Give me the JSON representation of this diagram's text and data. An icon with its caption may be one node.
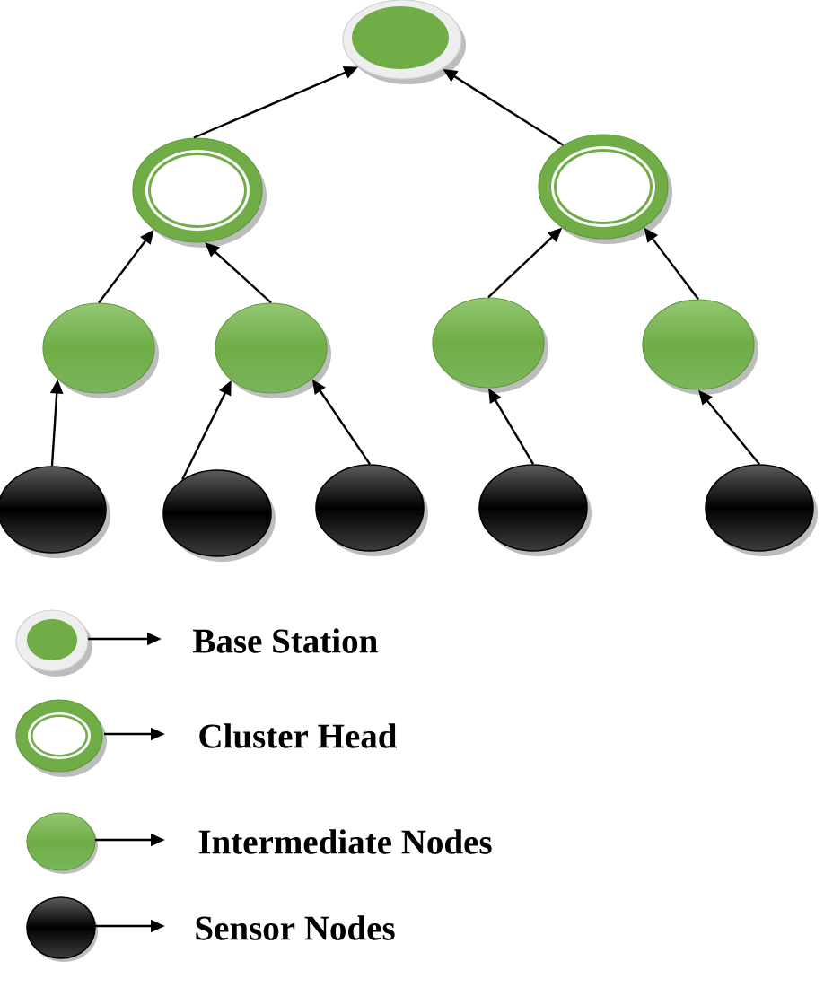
{
  "diagram": {
    "nodes": [
      {
        "text": [],
        "shape": "circle"
      },
      {
        "text": [],
        "shape": "circle"
      },
      {
        "text": [],
        "shape": "circle"
      },
      {
        "text": [],
        "shape": "circle"
      },
      {
        "text": [],
        "shape": "circle"
      },
      {
        "text": [],
        "shape": "circle"
      },
      {
        "text": [],
        "shape": "circle"
      },
      {
        "text": [],
        "shape": "circle"
      },
      {
        "text": [],
        "shape": "circle"
      },
      {
        "text": [],
        "shape": "circle"
      },
      {
        "text": [],
        "shape": "circle"
      },
      {
        "text": [],
        "shape": "circle"
      }
    ],
    "edges": [
      {
        "from": 1,
        "to": 0,
        "arrow": "to"
      },
      {
        "from": 2,
        "to": 0,
        "arrow": "to"
      },
      {
        "from": 3,
        "to": 1,
        "arrow": "to"
      },
      {
        "from": 4,
        "to": 1,
        "arrow": "to"
      },
      {
        "from": 5,
        "to": 2,
        "arrow": "to"
      },
      {
        "from": 6,
        "to": 2,
        "arrow": "to"
      },
      {
        "from": 7,
        "to": 3,
        "arrow": "to"
      },
      {
        "from": 8,
        "to": 4,
        "arrow": "to"
      },
      {
        "from": 9,
        "to": 4,
        "arrow": "to"
      },
      {
        "from": 10,
        "to": 5,
        "arrow": "to"
      },
      {
        "from": 11,
        "to": 6,
        "arrow": "to"
      }
    ],
    "legend": [
      {
        "text": "Base Station"
      },
      {
        "text": "Cluster Head"
      },
      {
        "text": "Intermediate Nodes"
      },
      {
        "text": "Sensor Nodes"
      }
    ]
  }
}
